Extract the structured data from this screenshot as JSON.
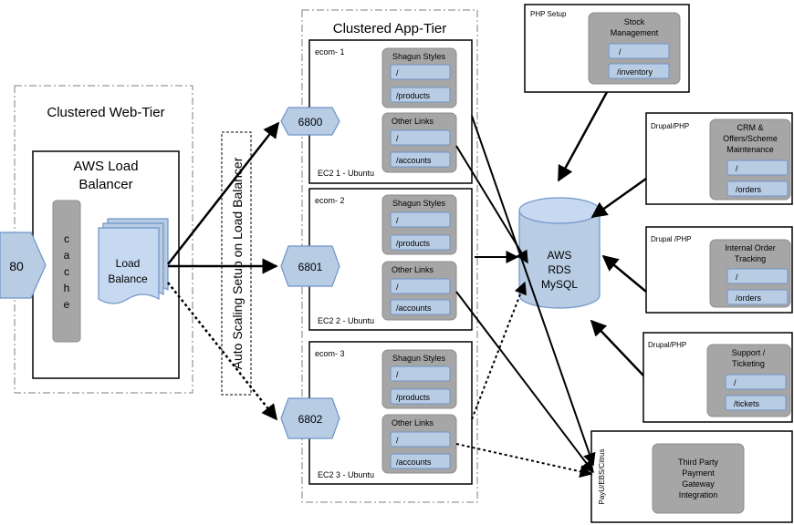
{
  "web_tier": {
    "title": "Clustered Web-Tier",
    "lb_box_title_line1": "AWS Load",
    "lb_box_title_line2": "Balancer",
    "cache_letters": [
      "c",
      "a",
      "c",
      "h",
      "e"
    ],
    "lb_doc_line1": "Load",
    "lb_doc_line2": "Balance",
    "port": "80"
  },
  "autoscale_label": "Auto Scaling Setup on Load Balancer",
  "app_tier": {
    "title": "Clustered App-Tier",
    "nodes": [
      {
        "name": "ecom- 1",
        "port": "6800",
        "footer": "EC2 1 - Ubuntu",
        "group1": {
          "title": "Shagun Styles",
          "items": [
            "/",
            "/products"
          ]
        },
        "group2": {
          "title": "Other Links",
          "items": [
            "/",
            "/accounts"
          ]
        }
      },
      {
        "name": "ecom- 2",
        "port": "6801",
        "footer": "EC2 2 - Ubuntu",
        "group1": {
          "title": "Shagun Styles",
          "items": [
            "/",
            "/products"
          ]
        },
        "group2": {
          "title": "Other Links",
          "items": [
            "/",
            "/accounts"
          ]
        }
      },
      {
        "name": "ecom- 3",
        "port": "6802",
        "footer": "EC2 3 - Ubuntu",
        "group1": {
          "title": "Shagun Styles",
          "items": [
            "/",
            "/products"
          ]
        },
        "group2": {
          "title": "Other Links",
          "items": [
            "/",
            "/accounts"
          ]
        }
      }
    ]
  },
  "database": {
    "line1": "AWS",
    "line2": "RDS",
    "line3": "MySQL"
  },
  "external": [
    {
      "label": "PHP Setup",
      "service_lines": [
        "Stock",
        "Management"
      ],
      "items": [
        "/",
        "/inventory"
      ]
    },
    {
      "label": "Drupal/PHP",
      "service_lines": [
        "CRM &",
        "Offers/Scheme",
        "Maintenance"
      ],
      "items": [
        "/",
        "/orders"
      ]
    },
    {
      "label": "Drupal /PHP",
      "service_lines": [
        "Internal Order",
        "Tracking"
      ],
      "items": [
        "/",
        "/orders"
      ]
    },
    {
      "label": "Drupal/PHP",
      "service_lines": [
        "Support /",
        "Ticketing"
      ],
      "items": [
        "/",
        "/tickets"
      ]
    }
  ],
  "payment": {
    "label": "PayU/EBS/Citrus",
    "service_lines": [
      "Third Party",
      "Payment",
      "Gateway",
      "Integration"
    ]
  },
  "colors": {
    "blue_fill": "#b8cce4",
    "blue_stroke": "#6f94c8",
    "gray_fill": "#a6a6a6",
    "dark_gray": "#808080",
    "light_gray": "#d9d9d9"
  }
}
